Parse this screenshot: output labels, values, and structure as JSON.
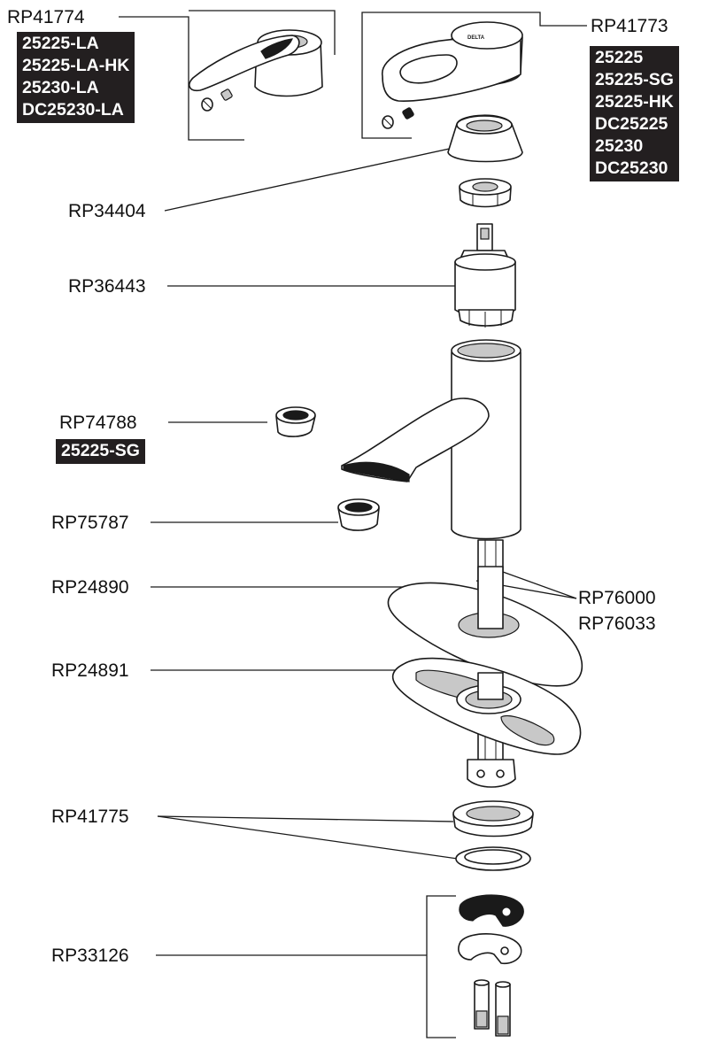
{
  "part_labels": {
    "rp41774": "RP41774",
    "rp41773": "RP41773",
    "rp34404": "RP34404",
    "rp36443": "RP36443",
    "rp74788": "RP74788",
    "rp75787": "RP75787",
    "rp24890": "RP24890",
    "rp76000": "RP76000",
    "rp76033": "RP76033",
    "rp24891": "RP24891",
    "rp41775": "RP41775",
    "rp33126": "RP33126"
  },
  "model_boxes": {
    "lever_handle": [
      "25225-LA",
      "25225-LA-HK",
      "25230-LA",
      "DC25230-LA"
    ],
    "loop_handle": [
      "25225",
      "25225-SG",
      "25225-HK",
      "DC25225",
      "25230",
      "DC25230"
    ],
    "aerator": [
      "25225-SG"
    ]
  },
  "handle_logo": "DELTA",
  "colors": {
    "ink": "#1a1a1a",
    "box_bg": "#231f20",
    "box_text": "#ffffff",
    "shade": "#c8c8c8"
  }
}
